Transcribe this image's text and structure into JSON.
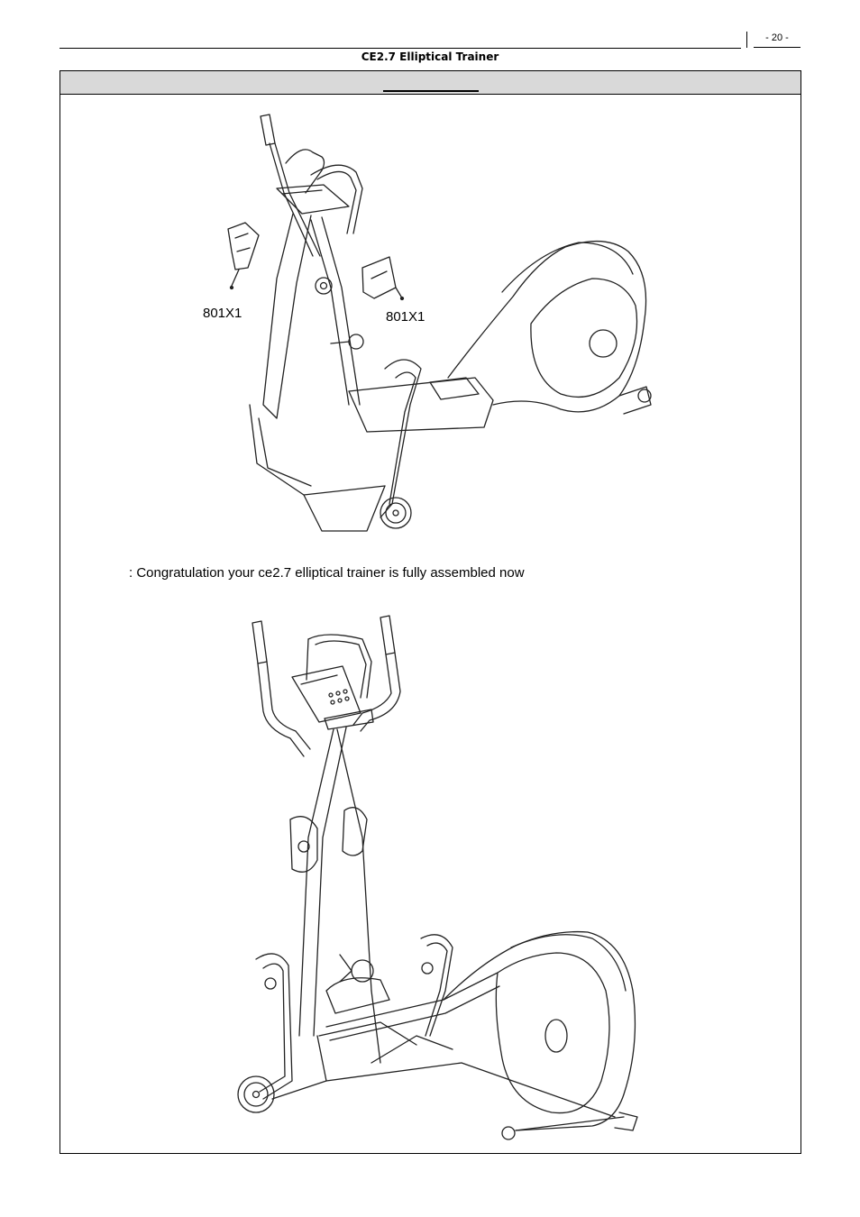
{
  "page_number": "- 20 -",
  "doc_title": "CE2.7 Elliptical Trainer",
  "step": {
    "header_label": "",
    "callouts": [
      "801X1",
      "801X1"
    ]
  },
  "note": ": Congratulation your ce2.7 elliptical trainer is fully assembled now",
  "figures": [
    "step-diagram-elliptical-with-covers",
    "assembled-elliptical-trainer"
  ]
}
